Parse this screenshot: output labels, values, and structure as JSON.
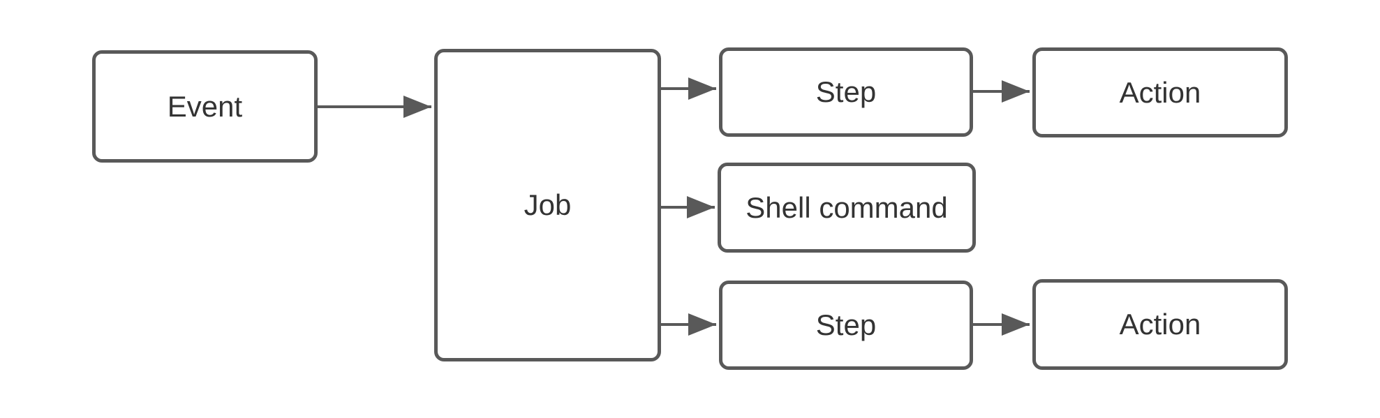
{
  "diagram": {
    "nodes": [
      {
        "id": "event",
        "label": "Event"
      },
      {
        "id": "job",
        "label": "Job"
      },
      {
        "id": "step-top",
        "label": "Step"
      },
      {
        "id": "action-top",
        "label": "Action"
      },
      {
        "id": "shell-command",
        "label": "Shell command"
      },
      {
        "id": "step-bottom",
        "label": "Step"
      },
      {
        "id": "action-bottom",
        "label": "Action"
      }
    ],
    "edges": [
      {
        "from": "event",
        "to": "job"
      },
      {
        "from": "job",
        "to": "step-top"
      },
      {
        "from": "job",
        "to": "shell-command"
      },
      {
        "from": "job",
        "to": "step-bottom"
      },
      {
        "from": "step-top",
        "to": "action-top"
      },
      {
        "from": "step-bottom",
        "to": "action-bottom"
      }
    ],
    "colors": {
      "stroke": "#595959",
      "text": "#333333",
      "background": "#ffffff"
    }
  }
}
